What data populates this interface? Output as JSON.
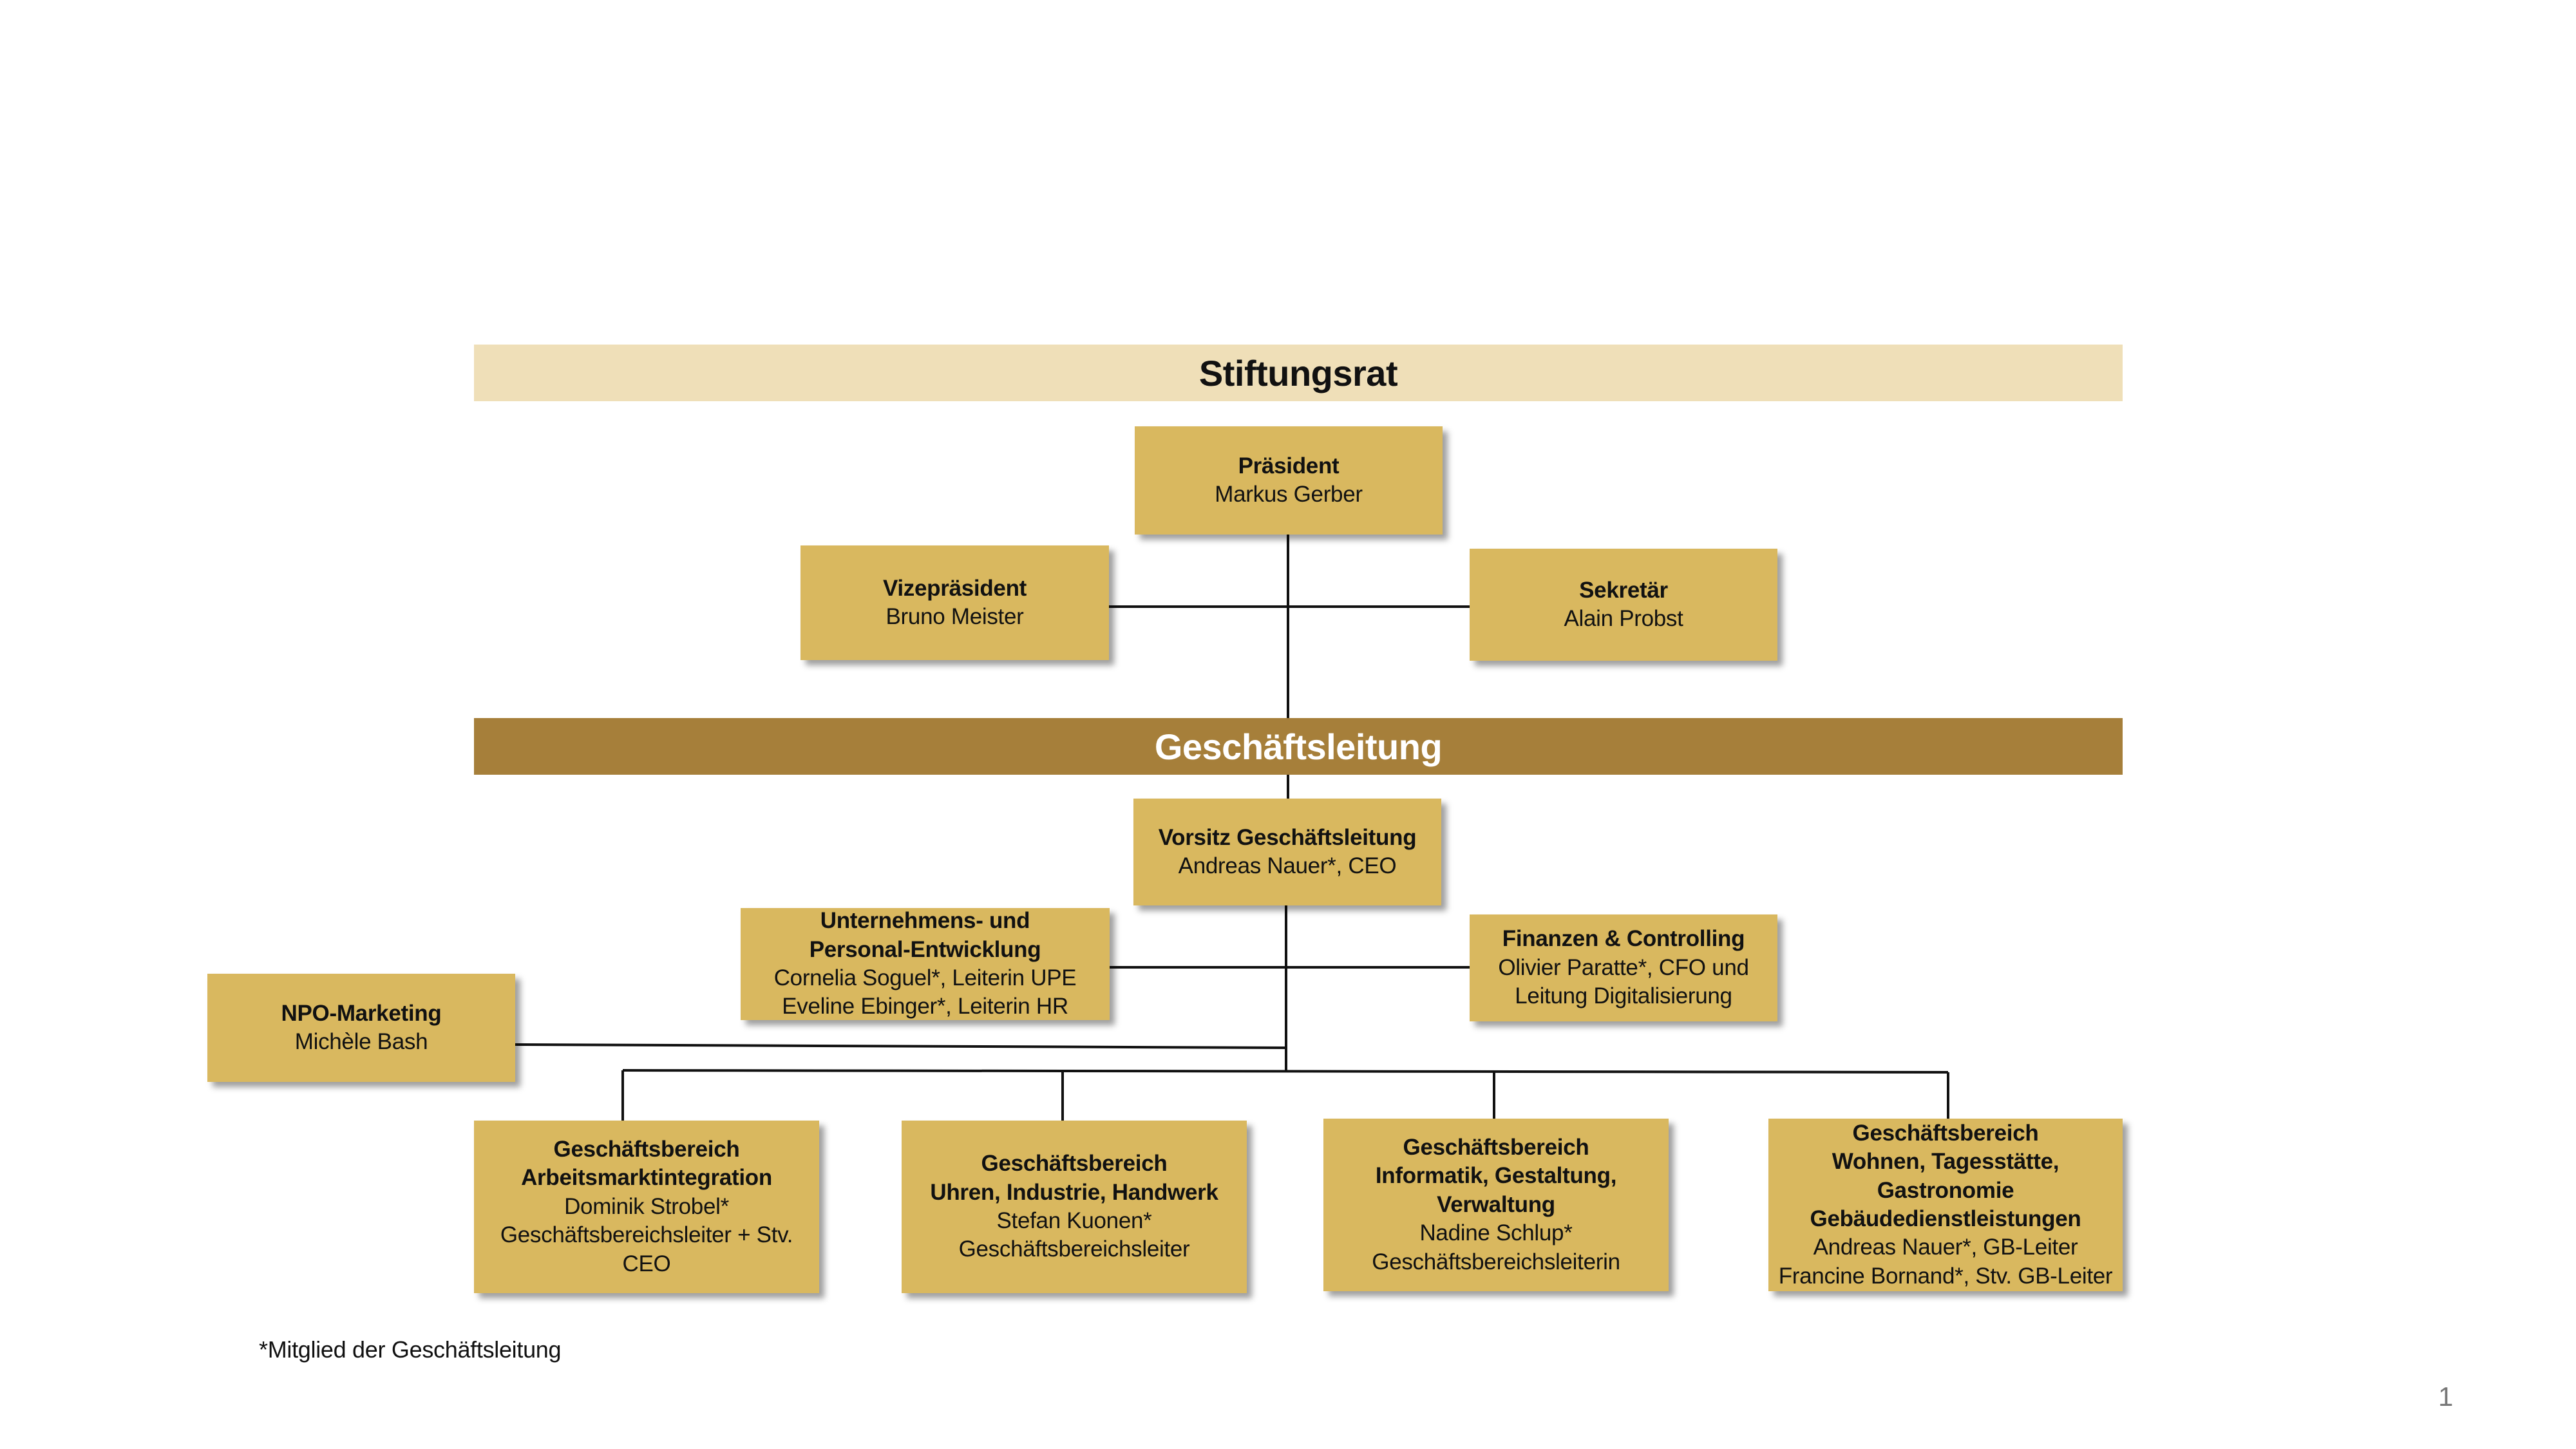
{
  "bands": {
    "board": "Stiftungsrat",
    "management": "Geschäftsleitung"
  },
  "board": {
    "president": {
      "title": "Präsident",
      "name": "Markus Gerber"
    },
    "vice_president": {
      "title": "Vizepräsident",
      "name": "Bruno Meister"
    },
    "secretary": {
      "title": "Sekretär",
      "name": "Alain Probst"
    }
  },
  "management": {
    "chair": {
      "title": "Vorsitz Geschäftsleitung",
      "name": "Andreas Nauer*, CEO"
    },
    "development": {
      "title_1": "Unternehmens- und",
      "title_2": "Personal-Entwicklung",
      "line_1": "Cornelia Soguel*, Leiterin UPE",
      "line_2": "Eveline Ebinger*, Leiterin HR"
    },
    "finance": {
      "title": "Finanzen & Controlling",
      "line_1": "Olivier Paratte*, CFO und",
      "line_2": "Leitung Digitalisierung"
    },
    "marketing": {
      "title": "NPO-Marketing",
      "name": "Michèle Bash"
    }
  },
  "divisions": [
    {
      "title_1": "Geschäftsbereich",
      "title_2": "Arbeitsmarktintegration",
      "line_1": "Dominik Strobel*",
      "line_2": "Geschäftsbereichsleiter + Stv. CEO"
    },
    {
      "title_1": "Geschäftsbereich",
      "title_2": "Uhren, Industrie, Handwerk",
      "line_1": "Stefan Kuonen*",
      "line_2": "Geschäftsbereichsleiter"
    },
    {
      "title_1": "Geschäftsbereich",
      "title_2": "Informatik, Gestaltung, Verwaltung",
      "line_1": "Nadine Schlup*",
      "line_2": "Geschäftsbereichsleiterin"
    },
    {
      "title_1": "Geschäftsbereich",
      "title_2": "Wohnen, Tagesstätte, Gastronomie",
      "title_3": "Gebäudedienstleistungen",
      "line_1": "Andreas Nauer*, GB-Leiter",
      "line_2": "Francine Bornand*, Stv. GB-Leiter"
    }
  ],
  "footnote": "*Mitglied der Geschäftsleitung",
  "page_number": "1",
  "colors": {
    "box": "#d9b85f",
    "band_light": "#efdfb8",
    "band_dark": "#a67f3a",
    "line": "#111111"
  }
}
